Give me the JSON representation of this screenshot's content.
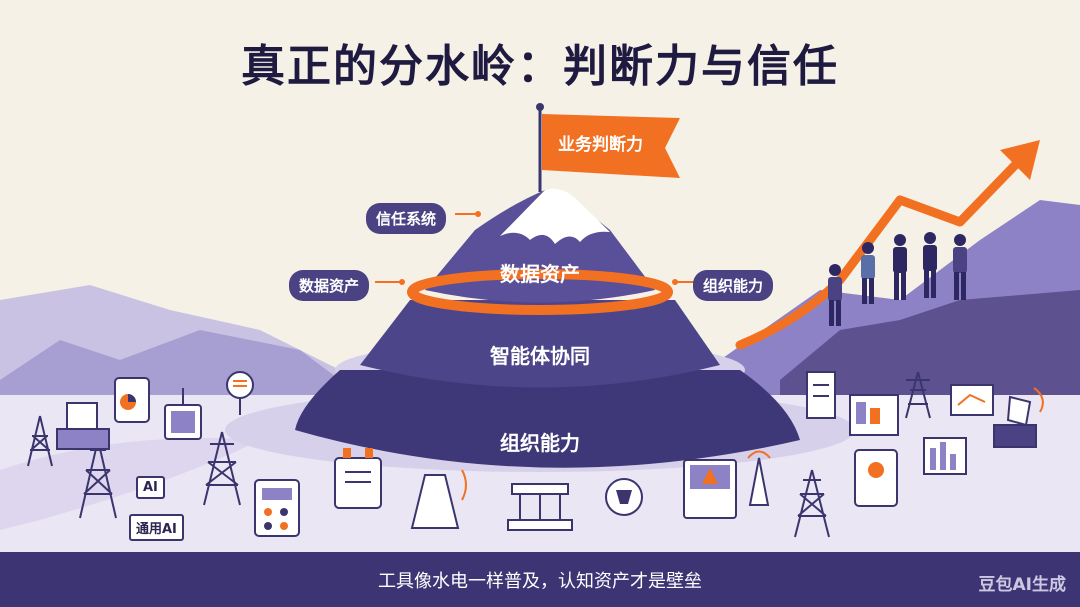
{
  "title": "真正的分水岭：判断力与信任",
  "flag_label": "业务判断力",
  "callouts": {
    "trust_system": "信任系统",
    "data_assets_left": "数据资产",
    "org_capability_right": "组织能力"
  },
  "mountain_layers": {
    "top": "数据资产",
    "middle": "智能体协同",
    "bottom": "组织能力"
  },
  "badges": {
    "ai_box": "AI",
    "general_ai": "通用AI"
  },
  "caption": "工具像水电一样普及，认知资产才是壁垒",
  "watermark": "豆包AI生成",
  "colors": {
    "background": "#f6f1e6",
    "primary_purple": "#4b4283",
    "accent_orange": "#f27022",
    "dark_navy": "#1f1a40"
  }
}
